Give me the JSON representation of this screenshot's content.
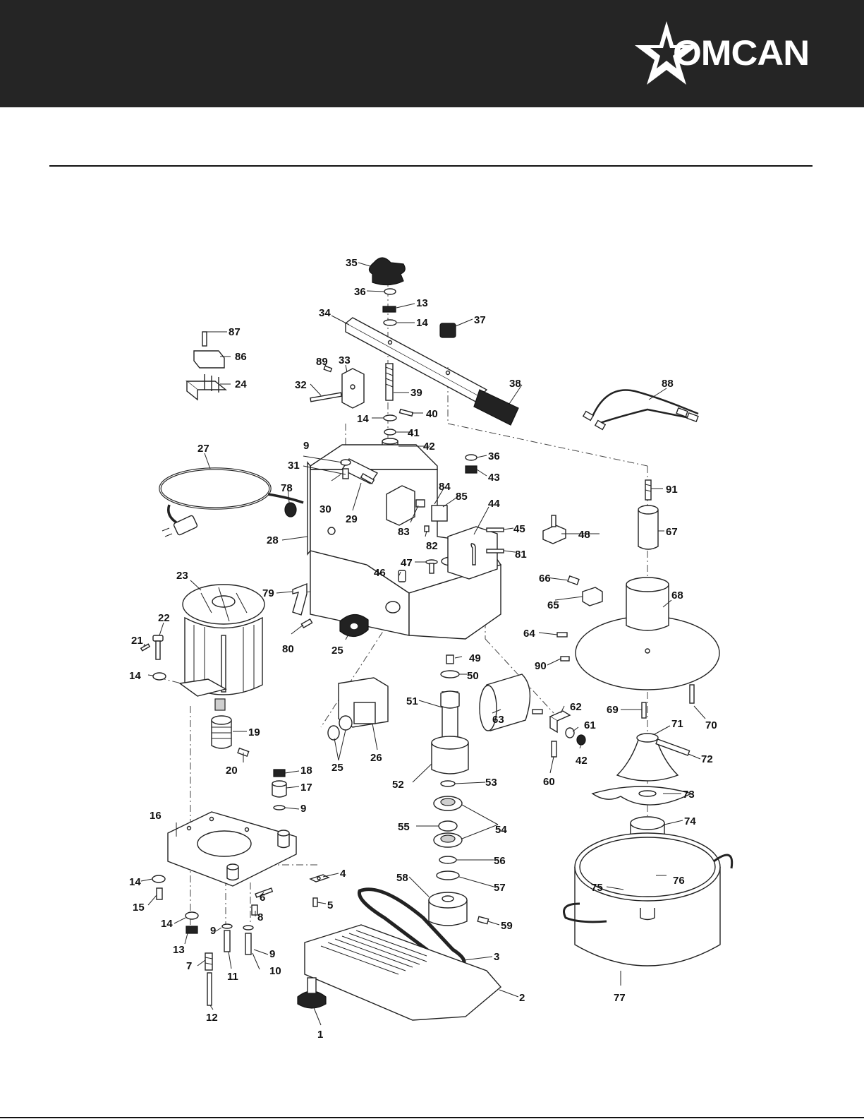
{
  "brand": {
    "name": "OMCAN",
    "logo_icon": "star-icon",
    "header_color": "#252525"
  },
  "diagram": {
    "labels": [
      "1",
      "2",
      "3",
      "4",
      "5",
      "6",
      "7",
      "8",
      "9",
      "9",
      "9",
      "9",
      "9",
      "10",
      "11",
      "12",
      "13",
      "13",
      "14",
      "14",
      "14",
      "14",
      "14",
      "14",
      "15",
      "16",
      "17",
      "18",
      "19",
      "20",
      "21",
      "22",
      "23",
      "24",
      "25",
      "25",
      "26",
      "27",
      "28",
      "29",
      "30",
      "31",
      "32",
      "33",
      "34",
      "35",
      "36",
      "36",
      "37",
      "38",
      "39",
      "40",
      "41",
      "42",
      "42",
      "43",
      "44",
      "45",
      "46",
      "47",
      "48",
      "49",
      "50",
      "51",
      "52",
      "53",
      "54",
      "55",
      "56",
      "57",
      "58",
      "59",
      "60",
      "61",
      "62",
      "63",
      "64",
      "65",
      "66",
      "67",
      "68",
      "69",
      "70",
      "71",
      "72",
      "73",
      "74",
      "75",
      "76",
      "77",
      "78",
      "79",
      "80",
      "81",
      "82",
      "83",
      "84",
      "85",
      "86",
      "87",
      "88",
      "89",
      "90",
      "91"
    ]
  }
}
